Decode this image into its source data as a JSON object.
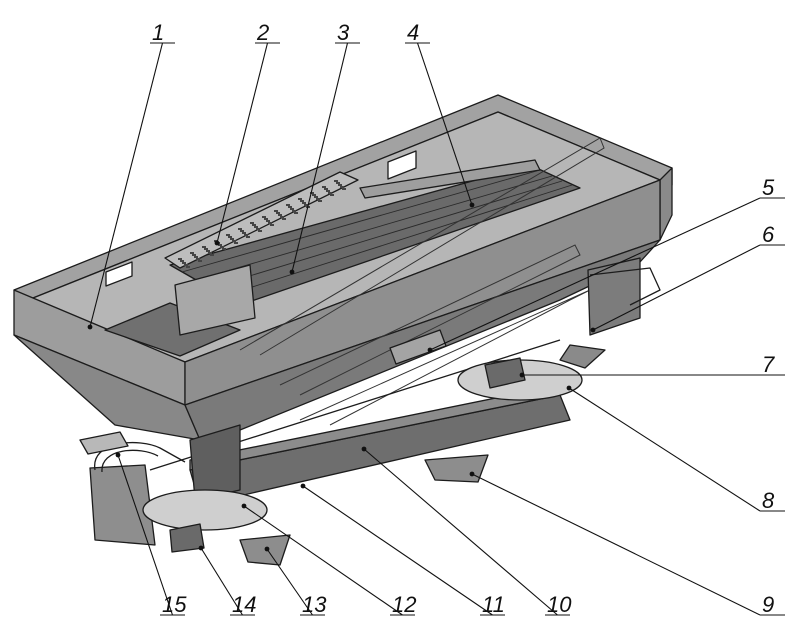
{
  "diagram": {
    "callouts": [
      {
        "number": "1"
      },
      {
        "number": "2"
      },
      {
        "number": "3"
      },
      {
        "number": "4"
      },
      {
        "number": "5"
      },
      {
        "number": "6"
      },
      {
        "number": "7"
      },
      {
        "number": "8"
      },
      {
        "number": "9"
      },
      {
        "number": "10"
      },
      {
        "number": "11"
      },
      {
        "number": "12"
      },
      {
        "number": "13"
      },
      {
        "number": "14"
      },
      {
        "number": "15"
      }
    ],
    "colors": {
      "body_light": "#9a9a9a",
      "body_mid": "#7d7d7d",
      "body_dark": "#5e5e5e",
      "hopper_inner": "#b4b4b4",
      "grate": "#6f6f6f",
      "disc": "#cfcfcf",
      "line": "#1c1c1c"
    }
  }
}
